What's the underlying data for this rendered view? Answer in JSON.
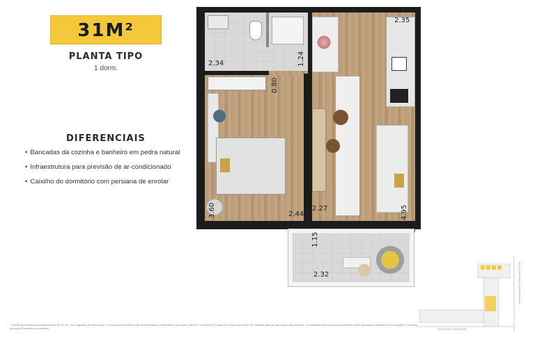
{
  "badge": {
    "area": "31M²",
    "color": "#f3c83a"
  },
  "header": {
    "plan_type": "PLANTA TIPO",
    "bedrooms": "1 dorm."
  },
  "differentials": {
    "title": "DIFERENCIAIS",
    "items": [
      "Bancadas da cozinha e banheiro em pedra natural",
      "Infraestrutura para previsão de ar-condicionado",
      "Caixilho do dormitório com persiana de enrolar"
    ]
  },
  "plan": {
    "dimensions": {
      "bathroom_width": "2.34",
      "bathroom_depth": "1.24",
      "hall_width": "0.80",
      "kitchen_width": "2.35",
      "bedroom_depth": "3.60",
      "bedroom_width": "2.44",
      "living_width": "2.27",
      "living_depth": "4.95",
      "balcony_depth": "1.15",
      "balcony_width": "2.32"
    },
    "floor_colors": {
      "wood": "#c4a682",
      "tile": "#d9d9d9",
      "wall": "#1c1c1c"
    }
  },
  "mini_map": {
    "street_bottom": "RUA PEDRO DESTINMAS",
    "street_side": "RUA VISCONDE AFONSO DE SOUSA"
  },
  "footnote": "* Planta tipo ilustrada do apartamento de 31 m², com sugestão de decoração. Os móveis e utensílios são de dimensões comerciais e não fazem parte do Contrato de Compra e Venda do imóvel. As medidas são de face a face das paredes. Os acabamentos das plantas poderão sofrer pequenas variações de montagem. Consultar Memorial Descritivo da unidade."
}
